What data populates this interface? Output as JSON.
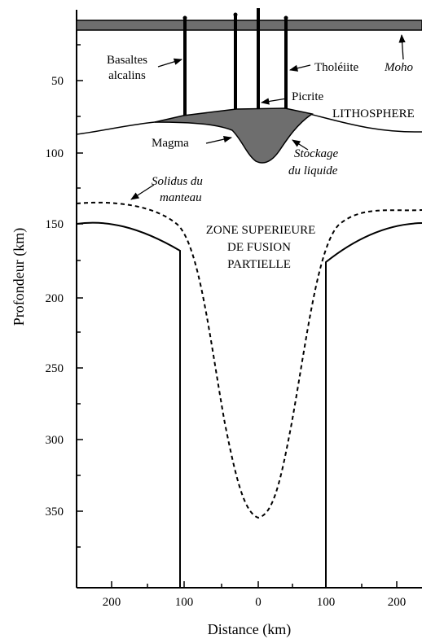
{
  "colors": {
    "magma_fill": "#6e6e6e",
    "moho_fill": "#6e6e6e",
    "line": "#000000"
  },
  "axes": {
    "x": {
      "label": "Distance (km)",
      "ticks": [
        "200",
        "100",
        "0",
        "100",
        "200"
      ]
    },
    "y": {
      "label": "Profondeur (km)",
      "ticks": [
        "50",
        "100",
        "150",
        "200",
        "250",
        "300",
        "350"
      ]
    }
  },
  "labels": {
    "basaltes_1": "Basaltes",
    "basaltes_2": "alcalins",
    "tholeiite": "Tholéiite",
    "moho": "Moho",
    "picrite": "Picrite",
    "lithosphere": "LITHOSPHERE",
    "magma": "Magma",
    "stockage_1": "Stockage",
    "stockage_2": "du liquide",
    "solidus_1": "Solidus du",
    "solidus_2": "manteau",
    "zone_1": "ZONE SUPERIEURE",
    "zone_2": "DE FUSION",
    "zone_3": "PARTIELLE"
  }
}
